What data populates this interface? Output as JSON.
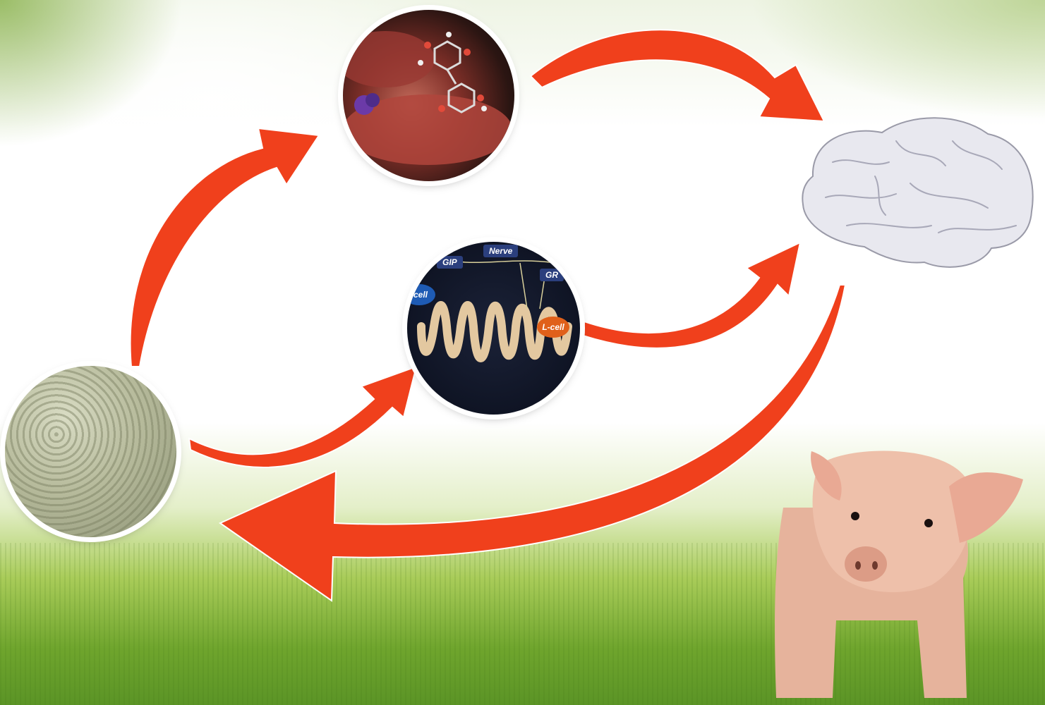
{
  "labels": {
    "gip": "GIP",
    "nerve": "Nerve",
    "gr": "GR",
    "l_cell": "L-cell",
    "k_cell": "-cell"
  },
  "colors": {
    "arrow": "#f0401c",
    "k_cell": "#1e5bb4",
    "l_cell": "#e0601a",
    "brain": "#e6e6ee",
    "pig": "#e9b9a3"
  },
  "icons": [
    "pellet-feed-image",
    "mouth-taste-receptor-image",
    "gut-villi-diagram",
    "brain-image",
    "piglet-image"
  ]
}
